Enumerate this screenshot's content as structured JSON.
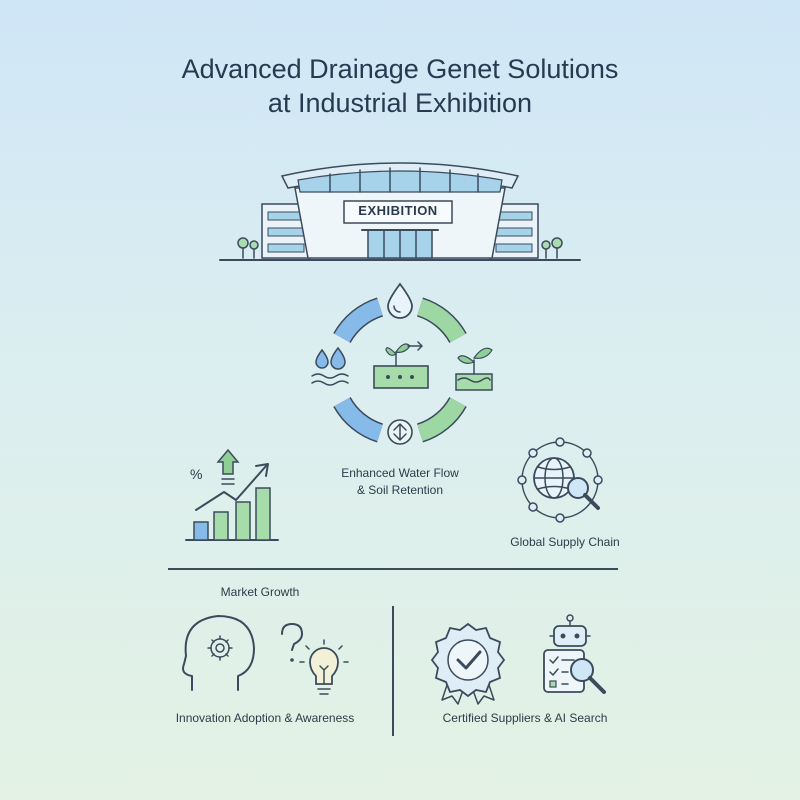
{
  "title": {
    "line1": "Advanced Drainage Genet Solutions",
    "line2": "at Industrial Exhibition"
  },
  "building": {
    "sign": "EXHIBITION"
  },
  "cycle": {
    "caption_line1": "Enhanced Water Flow",
    "caption_line2": "& Soil Retention"
  },
  "market": {
    "label": "Market Growth",
    "percent_symbol": "%"
  },
  "supply": {
    "label": "Global Supply Chain"
  },
  "innovation": {
    "label": "Innovation Adoption & Awareness"
  },
  "certified": {
    "label": "Certified Suppliers & AI Search"
  },
  "colors": {
    "blue": "#7fb4e6",
    "green": "#8fcf96",
    "navy": "#3c4b5c"
  },
  "icons": [
    "building-icon",
    "water-cycle-icon",
    "growth-chart-icon",
    "globe-network-icon",
    "head-gear-icon",
    "question-bulb-icon",
    "badge-check-icon",
    "robot-checklist-icon"
  ]
}
